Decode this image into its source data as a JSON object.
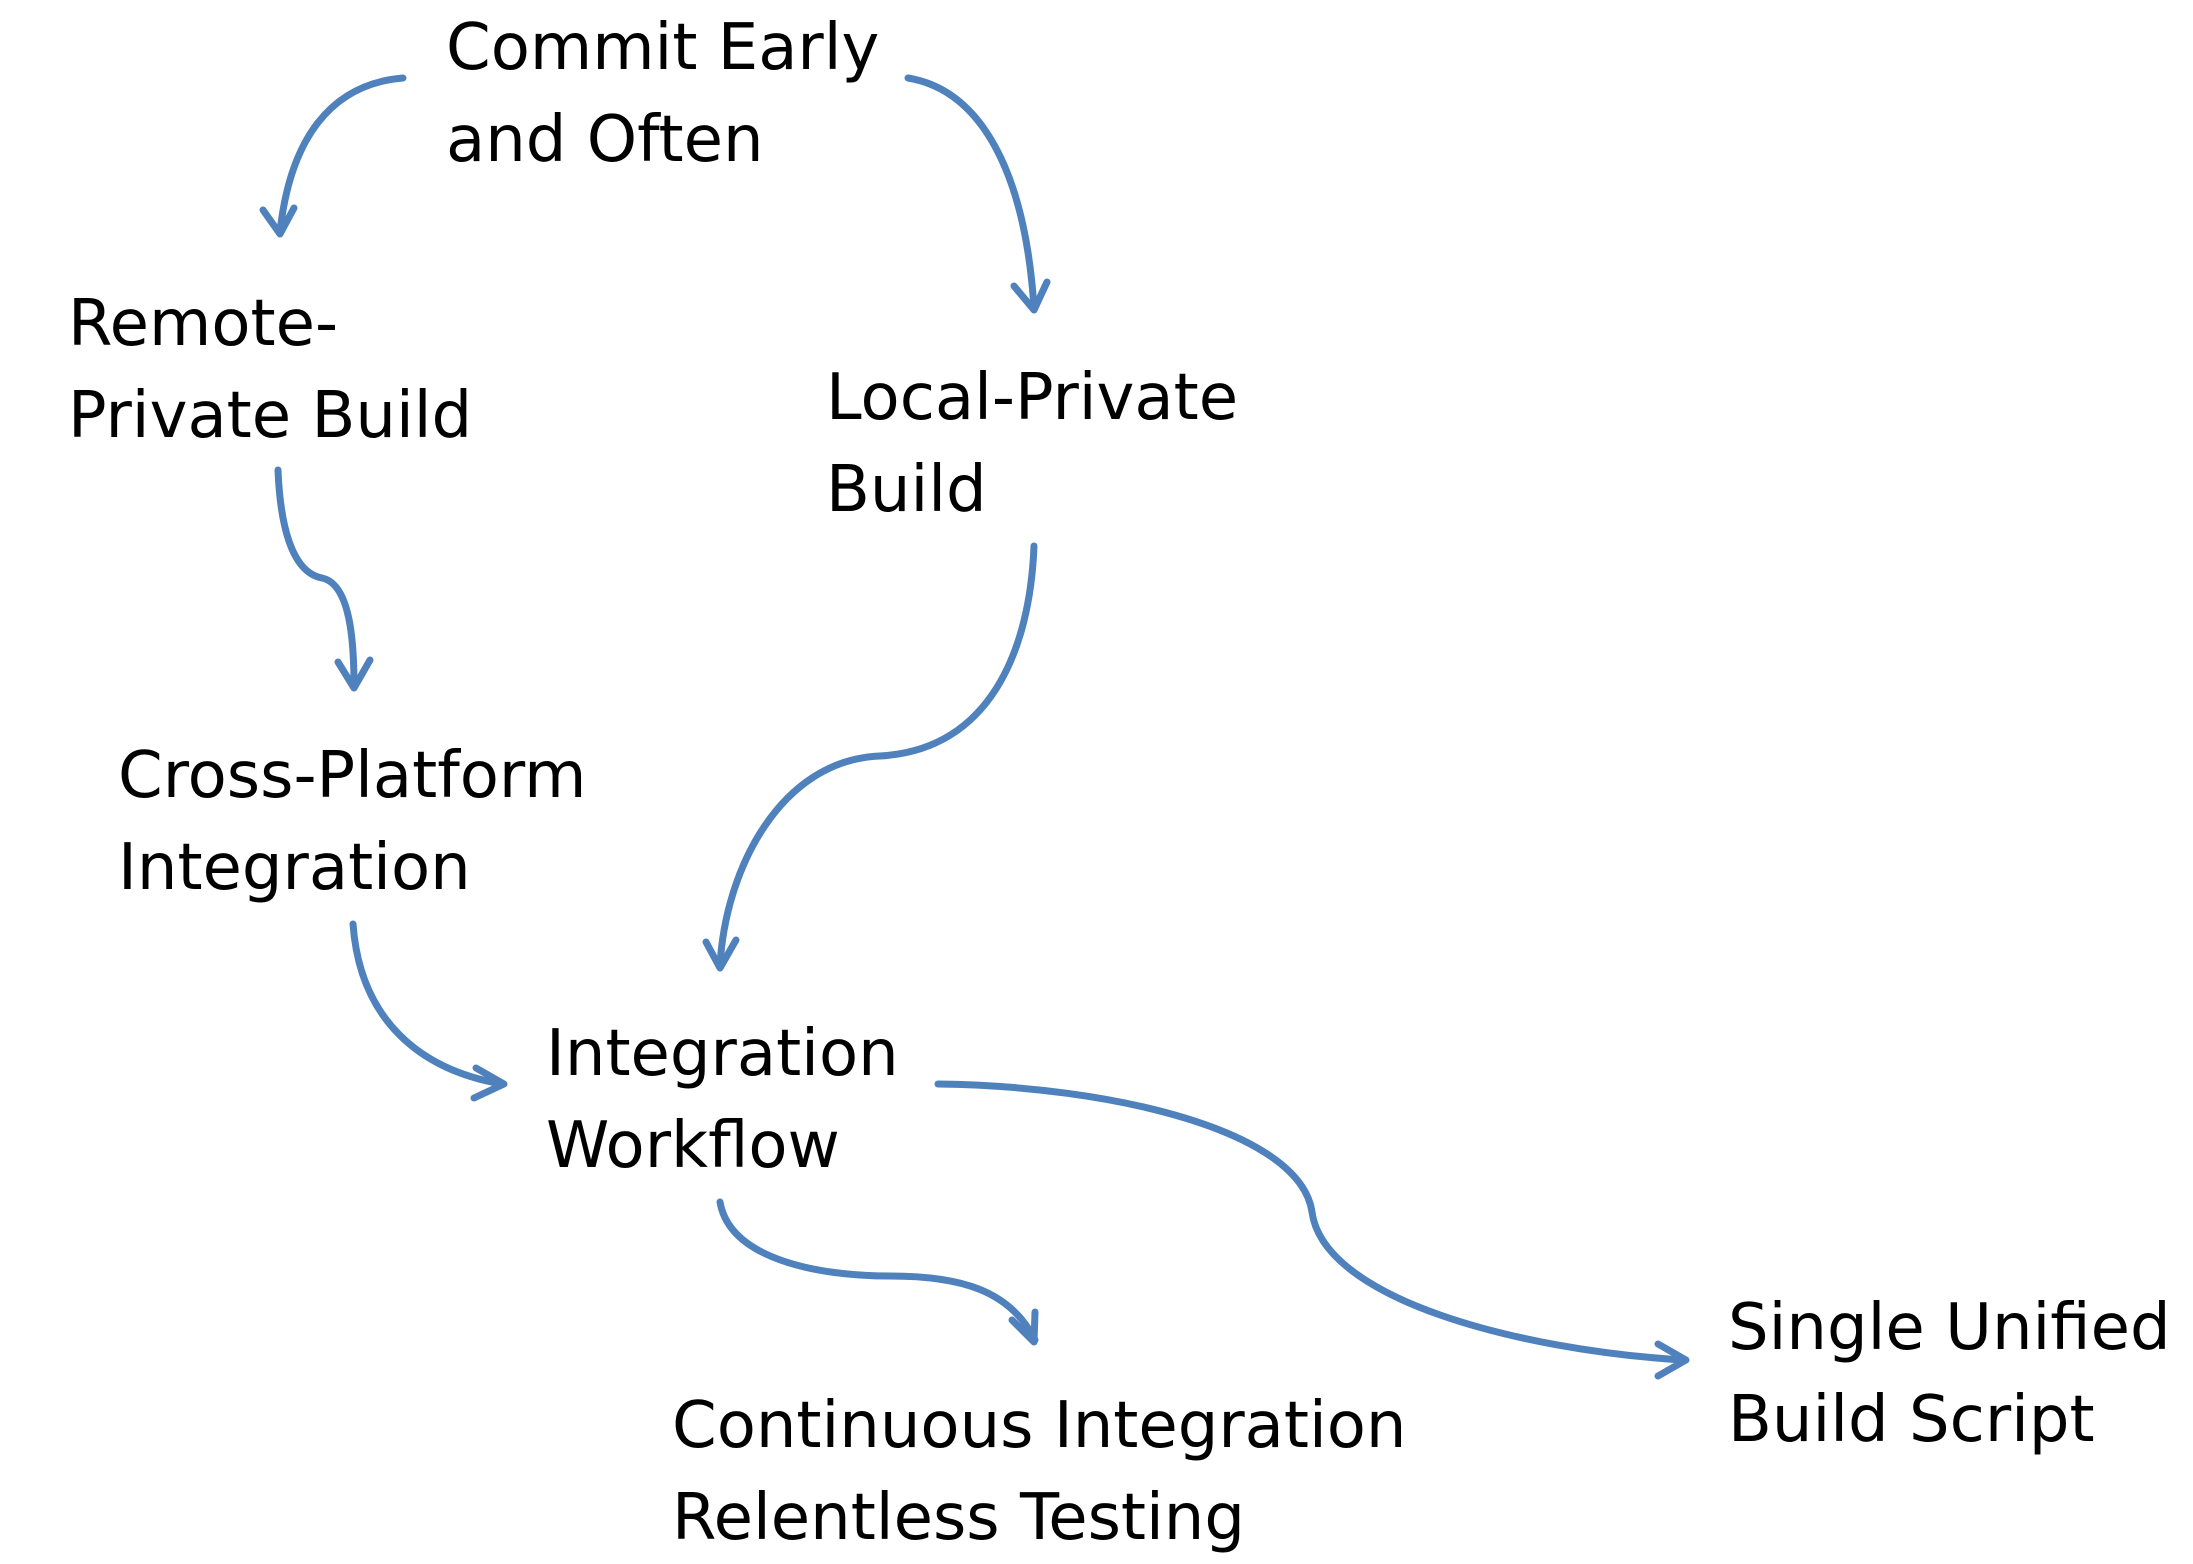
{
  "nodes": {
    "commit": {
      "line1": "Commit Early",
      "line2": "and Often"
    },
    "remote": {
      "line1": "Remote-",
      "line2": "Private Build"
    },
    "local": {
      "line1": "Local-Private",
      "line2": "Build"
    },
    "cross": {
      "line1": "Cross-Platform",
      "line2": "Integration"
    },
    "workflow": {
      "line1": "Integration",
      "line2": "Workflow"
    },
    "continuous": {
      "line1": "Continuous Integration",
      "line2": "Relentless Testing"
    },
    "script": {
      "line1": "Single Unified",
      "line2": "Build Script"
    }
  },
  "edges": [
    {
      "from": "Commit Early and Often",
      "to": "Remote-Private Build"
    },
    {
      "from": "Commit Early and Often",
      "to": "Local-Private Build"
    },
    {
      "from": "Remote-Private Build",
      "to": "Cross-Platform Integration"
    },
    {
      "from": "Local-Private Build",
      "to": "Integration Workflow"
    },
    {
      "from": "Cross-Platform Integration",
      "to": "Integration Workflow"
    },
    {
      "from": "Integration Workflow",
      "to": "Continuous Integration Relentless Testing"
    },
    {
      "from": "Integration Workflow",
      "to": "Single Unified Build Script"
    }
  ],
  "colors": {
    "arrow": "#4f81bd",
    "text": "#000000",
    "background": "#ffffff"
  }
}
